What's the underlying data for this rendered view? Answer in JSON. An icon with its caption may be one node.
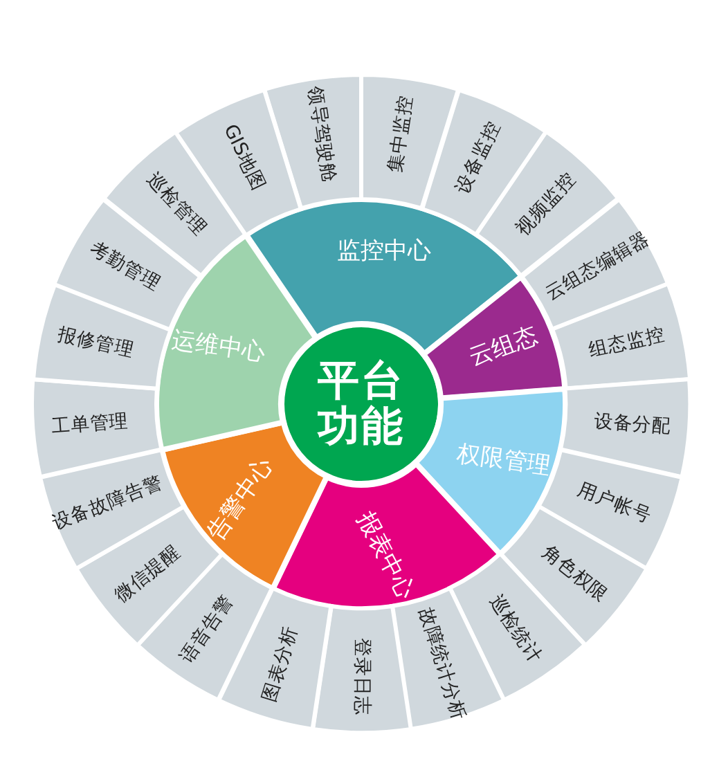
{
  "diagram": {
    "nodes": [
      {
        "text": [
          "平台功能"
        ]
      },
      {
        "text": [
          "监控中心"
        ]
      },
      {
        "text": [
          "云组态"
        ]
      },
      {
        "text": [
          "权限管理"
        ]
      },
      {
        "text": [
          "报表中心"
        ]
      },
      {
        "text": [
          "告警中心"
        ]
      },
      {
        "text": [
          "运维中心"
        ]
      },
      {
        "text": [
          "领导驾驶舱"
        ]
      },
      {
        "text": [
          "集中监控"
        ]
      },
      {
        "text": [
          "设备监控"
        ]
      },
      {
        "text": [
          "视频监控"
        ]
      },
      {
        "text": [
          "云组态编辑器"
        ]
      },
      {
        "text": [
          "组态监控"
        ]
      },
      {
        "text": [
          "设备分配"
        ]
      },
      {
        "text": [
          "用户帐号"
        ]
      },
      {
        "text": [
          "角色权限"
        ]
      },
      {
        "text": [
          "巡检统计"
        ]
      },
      {
        "text": [
          "故障统计分析"
        ]
      },
      {
        "text": [
          "登录日志"
        ]
      },
      {
        "text": [
          "图表分析"
        ]
      },
      {
        "text": [
          "语音告警"
        ]
      },
      {
        "text": [
          "微信提醒"
        ]
      },
      {
        "text": [
          "设备故障告警"
        ]
      },
      {
        "text": [
          "工单管理"
        ]
      },
      {
        "text": [
          "报修管理"
        ]
      },
      {
        "text": [
          "考勤管理"
        ]
      },
      {
        "text": [
          "巡检管理"
        ]
      },
      {
        "text": [
          "GIS地图"
        ]
      }
    ],
    "edges": []
  }
}
